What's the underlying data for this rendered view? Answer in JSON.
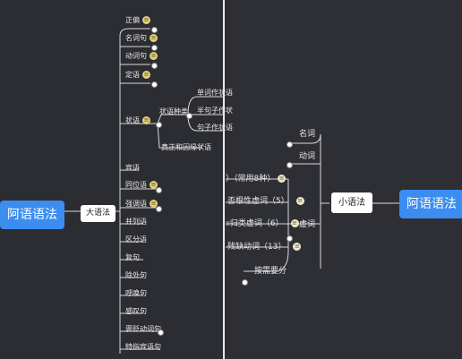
{
  "left": {
    "root": "阿语语法",
    "main": "大语法",
    "items": [
      "正偏",
      "名词句",
      "动词句",
      "定语",
      "状语",
      "状语种类",
      "单词作状语",
      "半句子作状",
      "句子作状语",
      "真正和因缘状语",
      "宾语",
      "同位语",
      "强调语",
      "并列语",
      "区分语",
      "复句",
      "除外句",
      "呼唤句",
      "感叹句",
      "褒贬动词句",
      "特指宾语句"
    ]
  },
  "right": {
    "root": "阿语语法",
    "main": "小语法",
    "items": [
      "名词",
      "动词",
      "虚词",
      "）（常用8种）",
      "否根性虚词（5）",
      "归类虚词（6）",
      "残缺动词（13）",
      "按需要分"
    ],
    "mark": "Ⅲ"
  },
  "colors": {
    "root": "#3c8df0",
    "bg": "#2c2d32",
    "line": "#d9d9dc",
    "badge": "#e6cf7a"
  }
}
